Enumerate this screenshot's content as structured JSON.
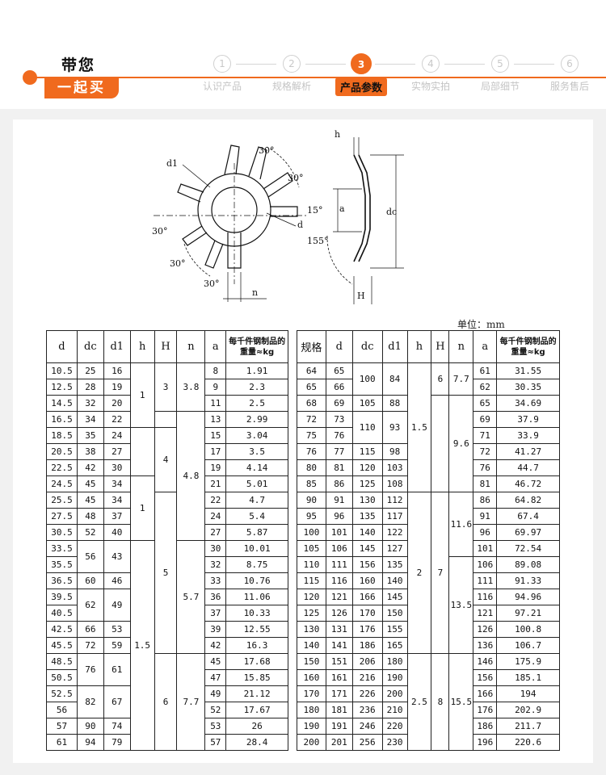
{
  "header": {
    "brand_top": "带您",
    "brand_bottom": "一起买",
    "steps": [
      {
        "num": "1",
        "label": "认识产品",
        "active": false
      },
      {
        "num": "2",
        "label": "规格解析",
        "active": false
      },
      {
        "num": "3",
        "label": "产品参数",
        "active": true
      },
      {
        "num": "4",
        "label": "实物实拍",
        "active": false
      },
      {
        "num": "5",
        "label": "局部细节",
        "active": false
      },
      {
        "num": "6",
        "label": "服务售后",
        "active": false
      }
    ]
  },
  "colors": {
    "accent": "#f06a1e",
    "panel_bg": "#f1f1f1"
  },
  "drawing": {
    "labels": {
      "d1": "d1",
      "a30_1": "30°",
      "a30_2": "30°",
      "a30_3": "30°",
      "a30_4": "30°",
      "a30_5": "30°",
      "a15": "15°",
      "d": "d",
      "n": "n",
      "h": "h",
      "a": "a",
      "dc": "dc",
      "a155": "155°",
      "H": "H"
    }
  },
  "unit_label": "单位：mm",
  "left_table": {
    "headers": [
      "d",
      "dc",
      "d1",
      "h",
      "H",
      "n",
      "a",
      "每千件钢制品的重量≈kg"
    ],
    "rows": [
      [
        "10.5",
        "25",
        "16",
        "1",
        "3",
        "3.8",
        "8",
        "1.91"
      ],
      [
        "12.5",
        "28",
        "19",
        "",
        "",
        "",
        "9",
        "2.3"
      ],
      [
        "14.5",
        "32",
        "20",
        "",
        "",
        "",
        "11",
        "2.5"
      ],
      [
        "16.5",
        "34",
        "22",
        "",
        "",
        "4.8",
        "13",
        "2.99"
      ],
      [
        "18.5",
        "35",
        "24",
        "",
        "4",
        "",
        "15",
        "3.04"
      ],
      [
        "20.5",
        "38",
        "27",
        "",
        "",
        "",
        "17",
        "3.5"
      ],
      [
        "22.5",
        "42",
        "30",
        "",
        "",
        "",
        "19",
        "4.14"
      ],
      [
        "24.5",
        "45",
        "34",
        "1",
        "",
        "",
        "21",
        "5.01"
      ],
      [
        "25.5",
        "45",
        "34",
        "",
        "5",
        "",
        "22",
        "4.7"
      ],
      [
        "27.5",
        "48",
        "37",
        "",
        "",
        "",
        "24",
        "5.4"
      ],
      [
        "30.5",
        "52",
        "40",
        "",
        "",
        "",
        "27",
        "5.87"
      ],
      [
        "33.5",
        "56",
        "43",
        "1.5",
        "",
        "5.7",
        "30",
        "10.01"
      ],
      [
        "35.5",
        "",
        "",
        "",
        "",
        "",
        "32",
        "8.75"
      ],
      [
        "36.5",
        "60",
        "46",
        "",
        "",
        "",
        "33",
        "10.76"
      ],
      [
        "39.5",
        "62",
        "49",
        "",
        "",
        "",
        "36",
        "11.06"
      ],
      [
        "40.5",
        "",
        "",
        "",
        "",
        "",
        "37",
        "10.33"
      ],
      [
        "42.5",
        "66",
        "53",
        "",
        "",
        "",
        "39",
        "12.55"
      ],
      [
        "45.5",
        "72",
        "59",
        "",
        "",
        "",
        "42",
        "16.3"
      ],
      [
        "48.5",
        "76",
        "61",
        "",
        "6",
        "7.7",
        "45",
        "17.68"
      ],
      [
        "50.5",
        "",
        "",
        "",
        "",
        "",
        "47",
        "15.85"
      ],
      [
        "52.5",
        "82",
        "67",
        "",
        "",
        "",
        "49",
        "21.12"
      ],
      [
        "56",
        "",
        "",
        "",
        "",
        "",
        "52",
        "17.67"
      ],
      [
        "57",
        "90",
        "74",
        "",
        "",
        "",
        "53",
        "26"
      ],
      [
        "61",
        "94",
        "79",
        "",
        "",
        "",
        "57",
        "28.4"
      ]
    ]
  },
  "right_table": {
    "headers": [
      "规格",
      "d",
      "dc",
      "d1",
      "h",
      "H",
      "n",
      "a",
      "每千件钢制品的重量≈kg"
    ],
    "rows": [
      [
        "64",
        "65",
        "100",
        "84",
        "1.5",
        "6",
        "7.7",
        "61",
        "31.55"
      ],
      [
        "65",
        "66",
        "",
        "",
        "",
        "",
        "",
        "62",
        "30.35"
      ],
      [
        "68",
        "69",
        "105",
        "88",
        "",
        "",
        "9.6",
        "65",
        "34.69"
      ],
      [
        "72",
        "73",
        "110",
        "93",
        "",
        "",
        "",
        "69",
        "37.9"
      ],
      [
        "75",
        "76",
        "",
        "",
        "",
        "",
        "",
        "71",
        "33.9"
      ],
      [
        "76",
        "77",
        "115",
        "98",
        "",
        "",
        "",
        "72",
        "41.27"
      ],
      [
        "80",
        "81",
        "120",
        "103",
        "",
        "",
        "",
        "76",
        "44.7"
      ],
      [
        "85",
        "86",
        "125",
        "108",
        "",
        "",
        "",
        "81",
        "46.72"
      ],
      [
        "90",
        "91",
        "130",
        "112",
        "2",
        "7",
        "11.6",
        "86",
        "64.82"
      ],
      [
        "95",
        "96",
        "135",
        "117",
        "",
        "",
        "",
        "91",
        "67.4"
      ],
      [
        "100",
        "101",
        "140",
        "122",
        "",
        "",
        "",
        "96",
        "69.97"
      ],
      [
        "105",
        "106",
        "145",
        "127",
        "",
        "",
        "",
        "101",
        "72.54"
      ],
      [
        "110",
        "111",
        "156",
        "135",
        "",
        "",
        "13.5",
        "106",
        "89.08"
      ],
      [
        "115",
        "116",
        "160",
        "140",
        "",
        "",
        "",
        "111",
        "91.33"
      ],
      [
        "120",
        "121",
        "166",
        "145",
        "",
        "",
        "",
        "116",
        "94.96"
      ],
      [
        "125",
        "126",
        "170",
        "150",
        "",
        "",
        "",
        "121",
        "97.21"
      ],
      [
        "130",
        "131",
        "176",
        "155",
        "",
        "",
        "",
        "126",
        "100.8"
      ],
      [
        "140",
        "141",
        "186",
        "165",
        "",
        "",
        "",
        "136",
        "106.7"
      ],
      [
        "150",
        "151",
        "206",
        "180",
        "2.5",
        "8",
        "15.5",
        "146",
        "175.9"
      ],
      [
        "160",
        "161",
        "216",
        "190",
        "",
        "",
        "",
        "156",
        "185.1"
      ],
      [
        "170",
        "171",
        "226",
        "200",
        "",
        "",
        "",
        "166",
        "194"
      ],
      [
        "180",
        "181",
        "236",
        "210",
        "",
        "",
        "",
        "176",
        "202.9"
      ],
      [
        "190",
        "191",
        "246",
        "220",
        "",
        "",
        "",
        "186",
        "211.7"
      ],
      [
        "200",
        "201",
        "256",
        "230",
        "",
        "",
        "",
        "196",
        "220.6"
      ]
    ]
  }
}
